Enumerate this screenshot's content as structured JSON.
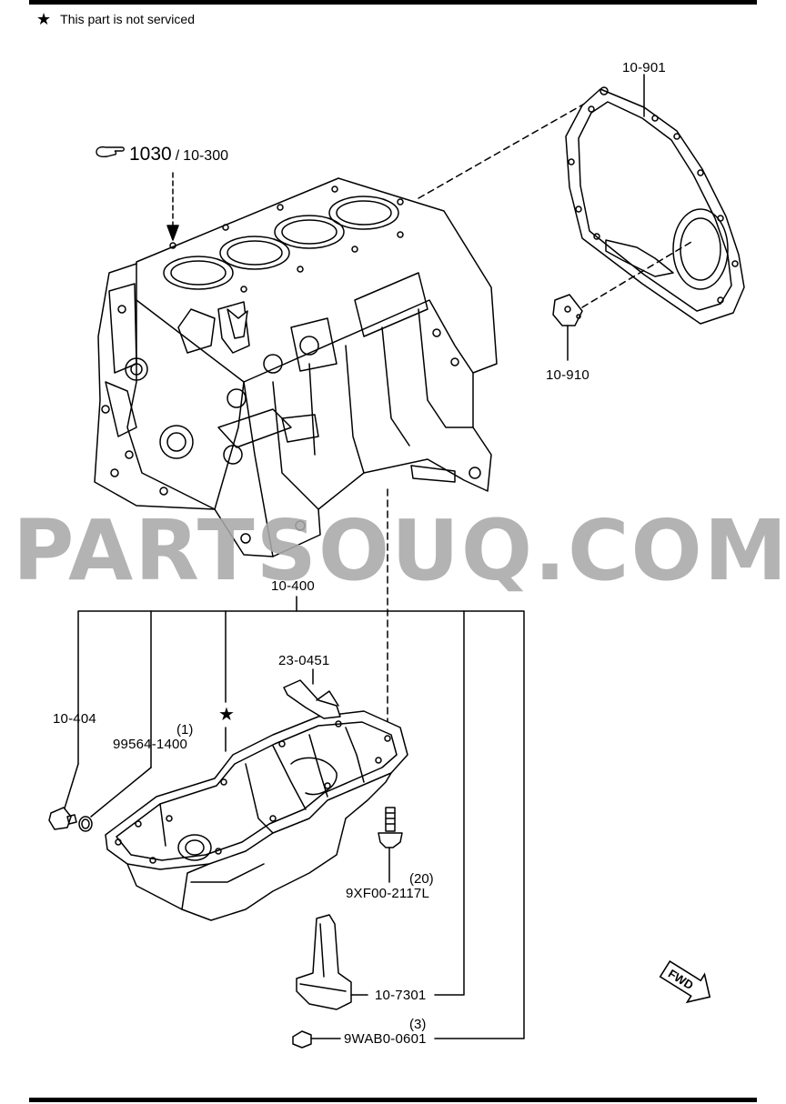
{
  "legend": {
    "star": "★",
    "text": "This part is not serviced"
  },
  "reference": {
    "main": "1030",
    "separator": "/",
    "sub": "10-300"
  },
  "watermark": "PARTSOUQ.COM",
  "fwd_label": "FWD",
  "parts": {
    "gasket_plate": "10-901",
    "bracket": "10-910",
    "oil_pan_assy": "10-400",
    "dipstick_tube": "23-0451",
    "drain_plug": "10-404",
    "washer_part": "99564-1400",
    "washer_qty": "(1)",
    "bolt_part": "9XF00-2117L",
    "bolt_qty": "(20)",
    "oil_strainer": "10-7301",
    "nut_part": "9WAB0-0601",
    "nut_qty": "(3)"
  },
  "not_serviced_mark": "★"
}
